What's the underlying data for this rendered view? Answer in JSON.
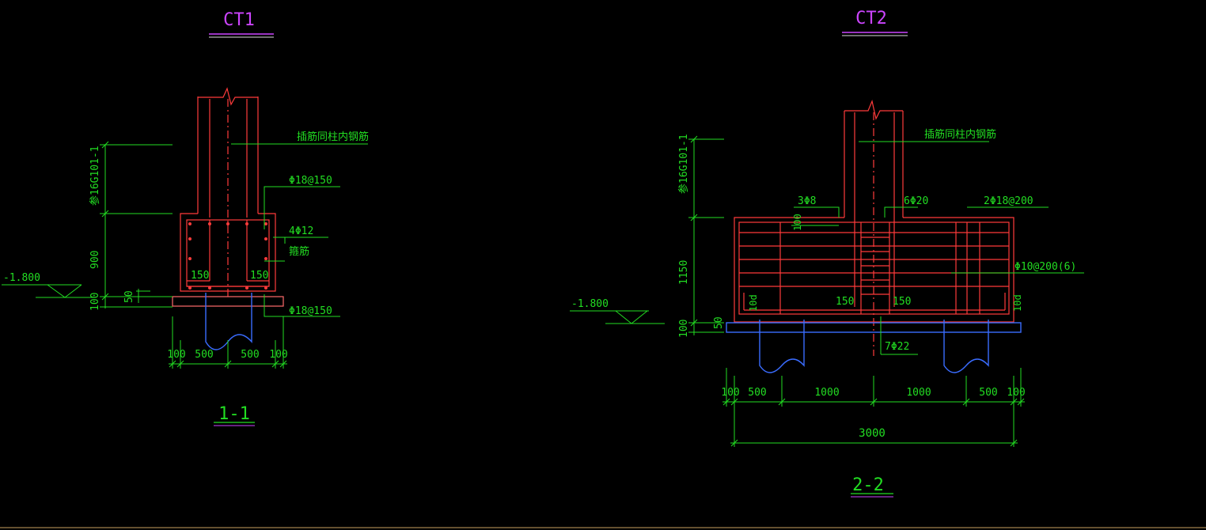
{
  "colors": {
    "background": "#000000",
    "concrete_outline": "#ff3b3b",
    "rebar": "#e03030",
    "dimension": "#22dd22",
    "title_text": "#cc44ff",
    "underline_magenta": "#cc44ff",
    "pile": "#3a6cff",
    "cushion": "#ff6a6a"
  },
  "ct1": {
    "title": "CT1",
    "section_label": "1-1",
    "annotations": {
      "dowel": "插筋同柱内钢筋",
      "top_bar": "Φ18@150",
      "side_bars": "4Φ12",
      "stirrup": "箍筋",
      "bottom_bar": "Φ18@150",
      "ref": "参16G101-1",
      "elevation": "-1.800",
      "cover_left": "150",
      "cover_right": "150"
    },
    "dims": {
      "height": "900",
      "cushion": "100",
      "step": "50",
      "bottom": [
        "100",
        "500",
        "500",
        "100"
      ]
    }
  },
  "ct2": {
    "title": "CT2",
    "section_label": "2-2",
    "annotations": {
      "dowel": "插筋同柱内钢筋",
      "top_left": "3Φ8",
      "column_bars": "6Φ20",
      "top_right": "2Φ18@200",
      "stirrup": "Φ10@200(6)",
      "bottom_bar": "7Φ22",
      "ref": "参16G101-1",
      "elevation": "-1.800",
      "hundred": "100",
      "anchor_left": "10d",
      "anchor_right": "10d",
      "inner_left": "150",
      "inner_right": "150"
    },
    "dims": {
      "height": "1150",
      "cushion": "100",
      "step": "50",
      "bottom": [
        "100",
        "500",
        "1000",
        "1000",
        "500",
        "100"
      ],
      "total": "3000"
    }
  }
}
